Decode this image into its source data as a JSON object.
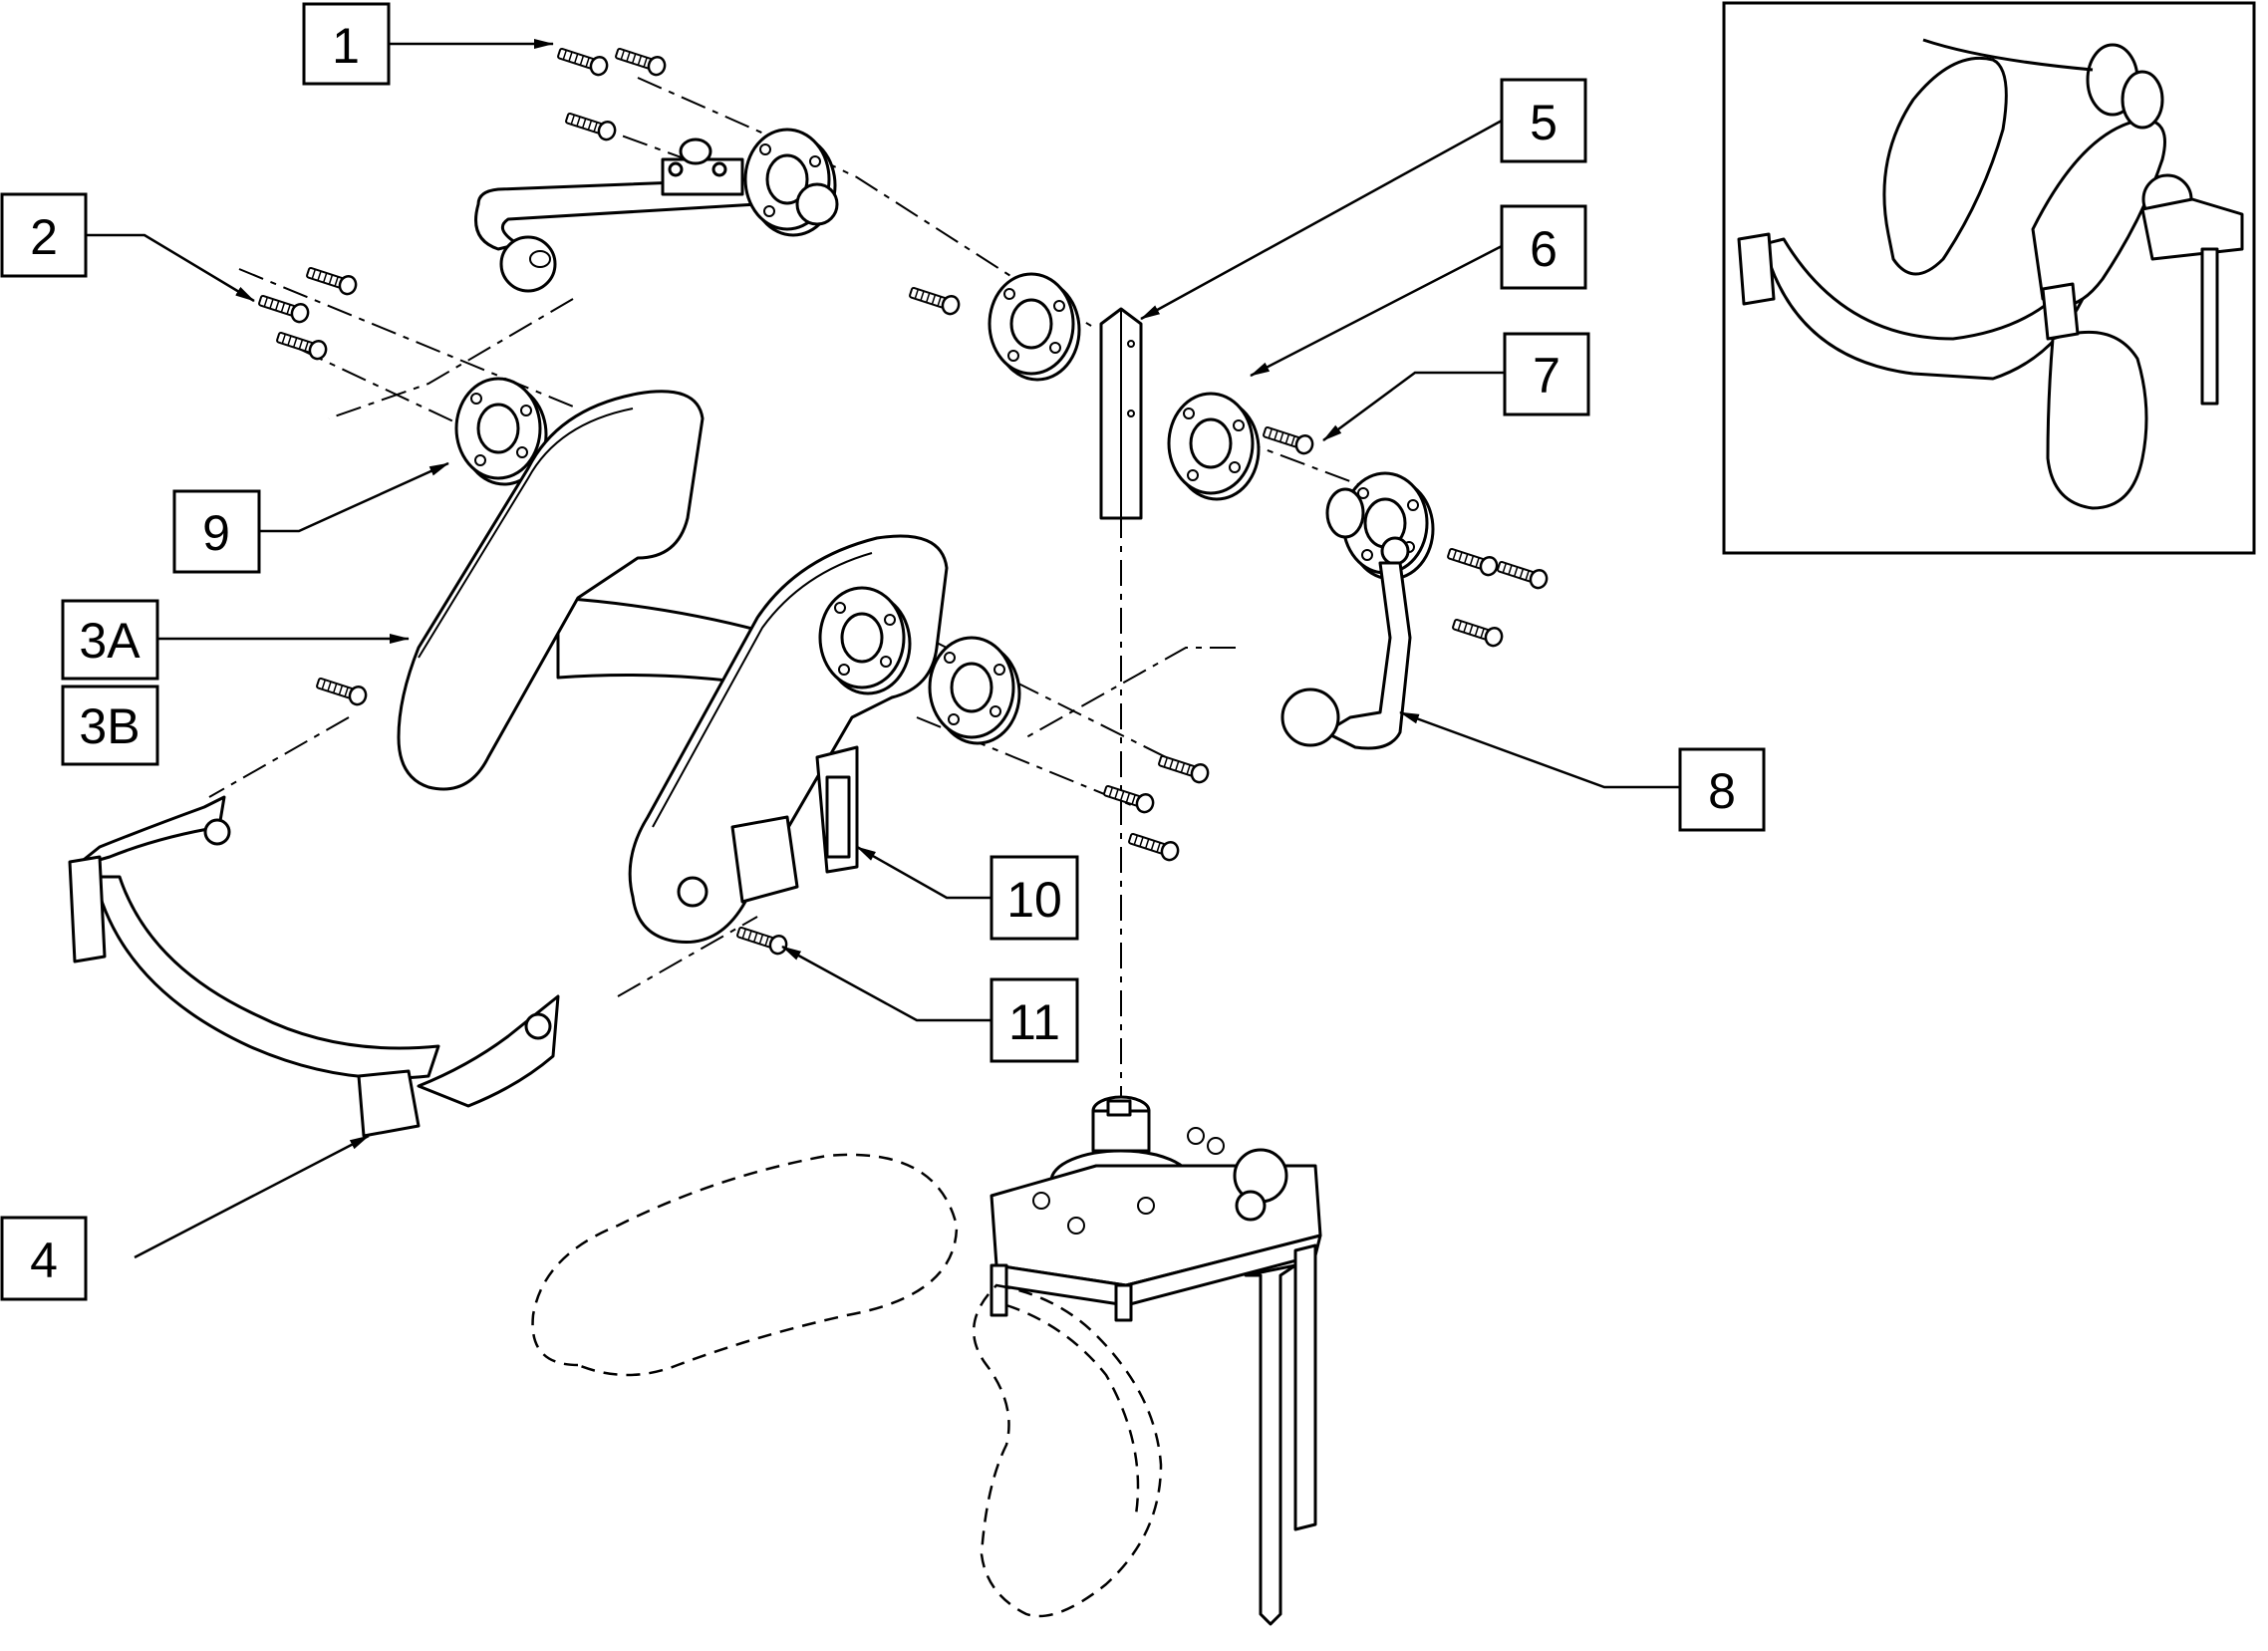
{
  "callouts": {
    "c1": "1",
    "c2": "2",
    "c3a": "3A",
    "c3b": "3B",
    "c4": "4",
    "c5": "5",
    "c6": "6",
    "c7": "7",
    "c8": "8",
    "c9": "9",
    "c10": "10",
    "c11": "11"
  }
}
